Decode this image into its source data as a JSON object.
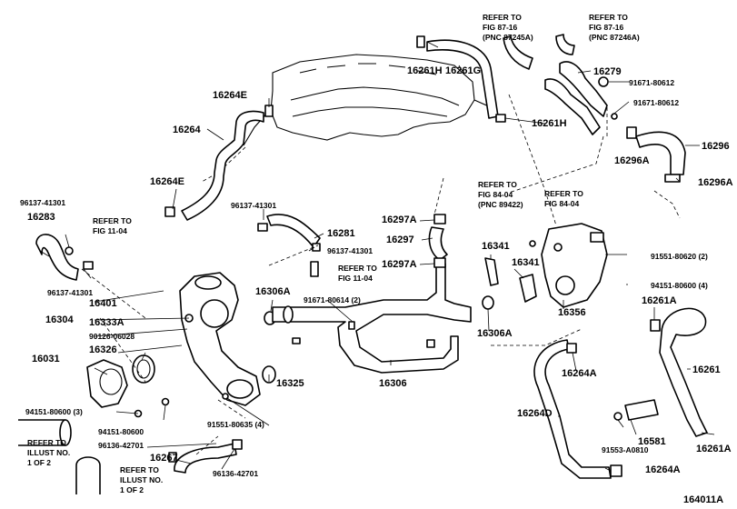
{
  "figure_id": "164011A",
  "callouts": {
    "p16261H_top": "16261H",
    "p16261G": "16261G",
    "p16264E_top": "16264E",
    "p16264": "16264",
    "p16264E_left": "16264E",
    "p96137_41301_a": "96137-41301",
    "p16283": "16283",
    "p96137_41301_b": "96137-41301",
    "p16401": "16401",
    "p16304": "16304",
    "p16333A": "16333A",
    "p90126_06028": "90126-06028",
    "p16031": "16031",
    "p16326": "16326",
    "p94151_80600_3": "94151-80600 (3)",
    "p94151_80600": "94151-80600",
    "p96136_42701_a": "96136-42701",
    "p16267": "16267",
    "p96136_42701_b": "96136-42701",
    "p96137_41301_c": "96137-41301",
    "p16281": "16281",
    "p96137_41301_d": "96137-41301",
    "p16306A_top": "16306A",
    "p91671_80614_2": "91671-80614 (2)",
    "p16325": "16325",
    "p16306": "16306",
    "p91551_80635_4": "91551-80635 (4)",
    "p16297A_top": "16297A",
    "p16297": "16297",
    "p16297A_bot": "16297A",
    "p16341_a": "16341",
    "p16341_b": "16341",
    "p16306A_bot": "16306A",
    "p16356": "16356",
    "p16261H_mid": "16261H",
    "p16279": "16279",
    "p91671_80612_a": "91671-80612",
    "p91671_80612_b": "91671-80612",
    "p16296": "16296",
    "p16296A_a": "16296A",
    "p16296A_b": "16296A",
    "p91551_80620_2": "91551-80620 (2)",
    "p94151_80600_4": "94151-80600 (4)",
    "p16261A_top": "16261A",
    "p16261": "16261",
    "p16261A_bot": "16261A",
    "p16264A_a": "16264A",
    "p16264D": "16264D",
    "p16581": "16581",
    "p91553_A0810": "91553-A0810",
    "p16264A_b": "16264A"
  },
  "references": {
    "fig_87_16_a": [
      "REFER TO",
      "FIG 87-16",
      "(PNC 87245A)"
    ],
    "fig_87_16_b": [
      "REFER TO",
      "FIG 87-16",
      "(PNC 87246A)"
    ],
    "fig_11_04_a": [
      "REFER TO",
      "FIG 11-04"
    ],
    "fig_11_04_b": [
      "REFER TO",
      "FIG 11-04"
    ],
    "fig_84_04_a": [
      "REFER TO",
      "FIG 84-04",
      "(PNC 89422)"
    ],
    "fig_84_04_b": [
      "REFER TO",
      "FIG 84-04"
    ],
    "illust_a": [
      "REFER TO",
      "ILLUST NO.",
      "1 OF 2"
    ],
    "illust_b": [
      "REFER TO",
      "ILLUST NO.",
      "1 OF 2"
    ]
  }
}
